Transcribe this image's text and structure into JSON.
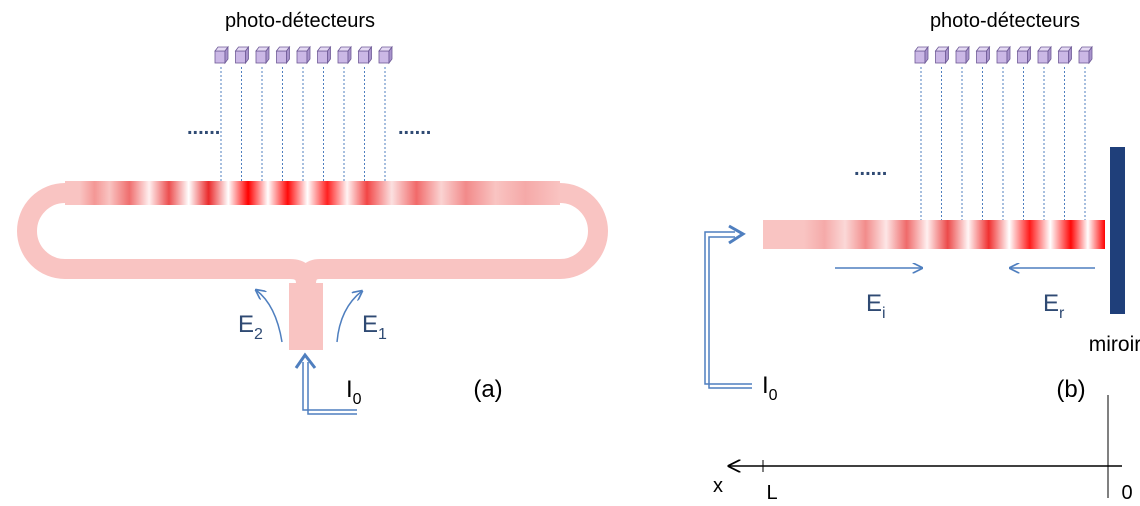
{
  "panel_a": {
    "detectors_label": "photo-détecteurs",
    "dots_left": "......",
    "dots_right": "......",
    "field_2": {
      "main": "E",
      "sub": "2"
    },
    "field_1": {
      "main": "E",
      "sub": "1"
    },
    "input": {
      "main": "I",
      "sub": "0"
    },
    "panel_label": "(a)"
  },
  "panel_b": {
    "detectors_label": "photo-détecteurs",
    "dots": "......",
    "field_incident": {
      "main": "E",
      "sub": "i"
    },
    "field_reflected": {
      "main": "E",
      "sub": "r"
    },
    "mirror_label": "miroir",
    "input": {
      "main": "I",
      "sub": "0"
    },
    "panel_label": "(b)"
  },
  "axis": {
    "x_label": "x",
    "L_label": "L",
    "zero_label": "0"
  },
  "colors": {
    "guide_pink": "#f9c4c2",
    "fringe_red": "#ff0000",
    "arrow_blue": "#4f7fbf",
    "detector_purple": "#cbb8e6",
    "mirror_navy": "#1f3f7a",
    "text_blue": "#2f4a73"
  }
}
